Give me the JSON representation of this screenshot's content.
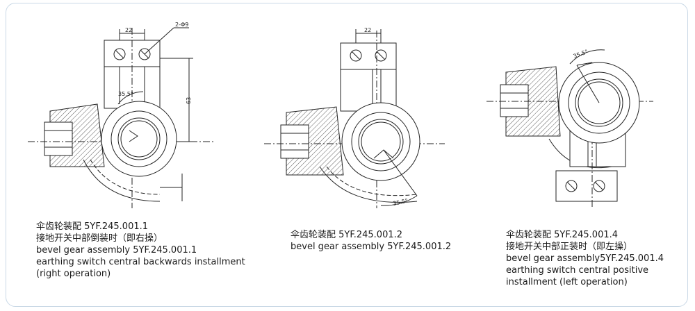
{
  "figures": [
    {
      "dim_width": "22",
      "dim_hole": "2-Φ9",
      "dim_angle": "35.5°",
      "dim_height": "63",
      "caption": {
        "cn_line1": "伞齿轮装配 5YF.245.001.1",
        "cn_line2": "接地开关中部倒装时（即右操）",
        "en_line1": "bevel gear assembly 5YF.245.001.1",
        "en_line2": "earthing switch central backwards installment",
        "en_line3": "(right operation)"
      }
    },
    {
      "dim_width": "22",
      "dim_angle": "35.5°",
      "caption": {
        "cn_line1": "伞齿轮装配 5YF.245.001.2",
        "en_line1": "bevel gear assembly 5YF.245.001.2"
      }
    },
    {
      "dim_angle": "35.5°",
      "caption": {
        "cn_line1": "伞齿轮装配 5YF.245.001.4",
        "cn_line2": "接地开关中部正装时（即左操）",
        "en_line1": "bevel gear assembly5YF.245.001.4",
        "en_line2": "earthing switch central positive",
        "en_line3": "installment (left operation)"
      }
    }
  ]
}
